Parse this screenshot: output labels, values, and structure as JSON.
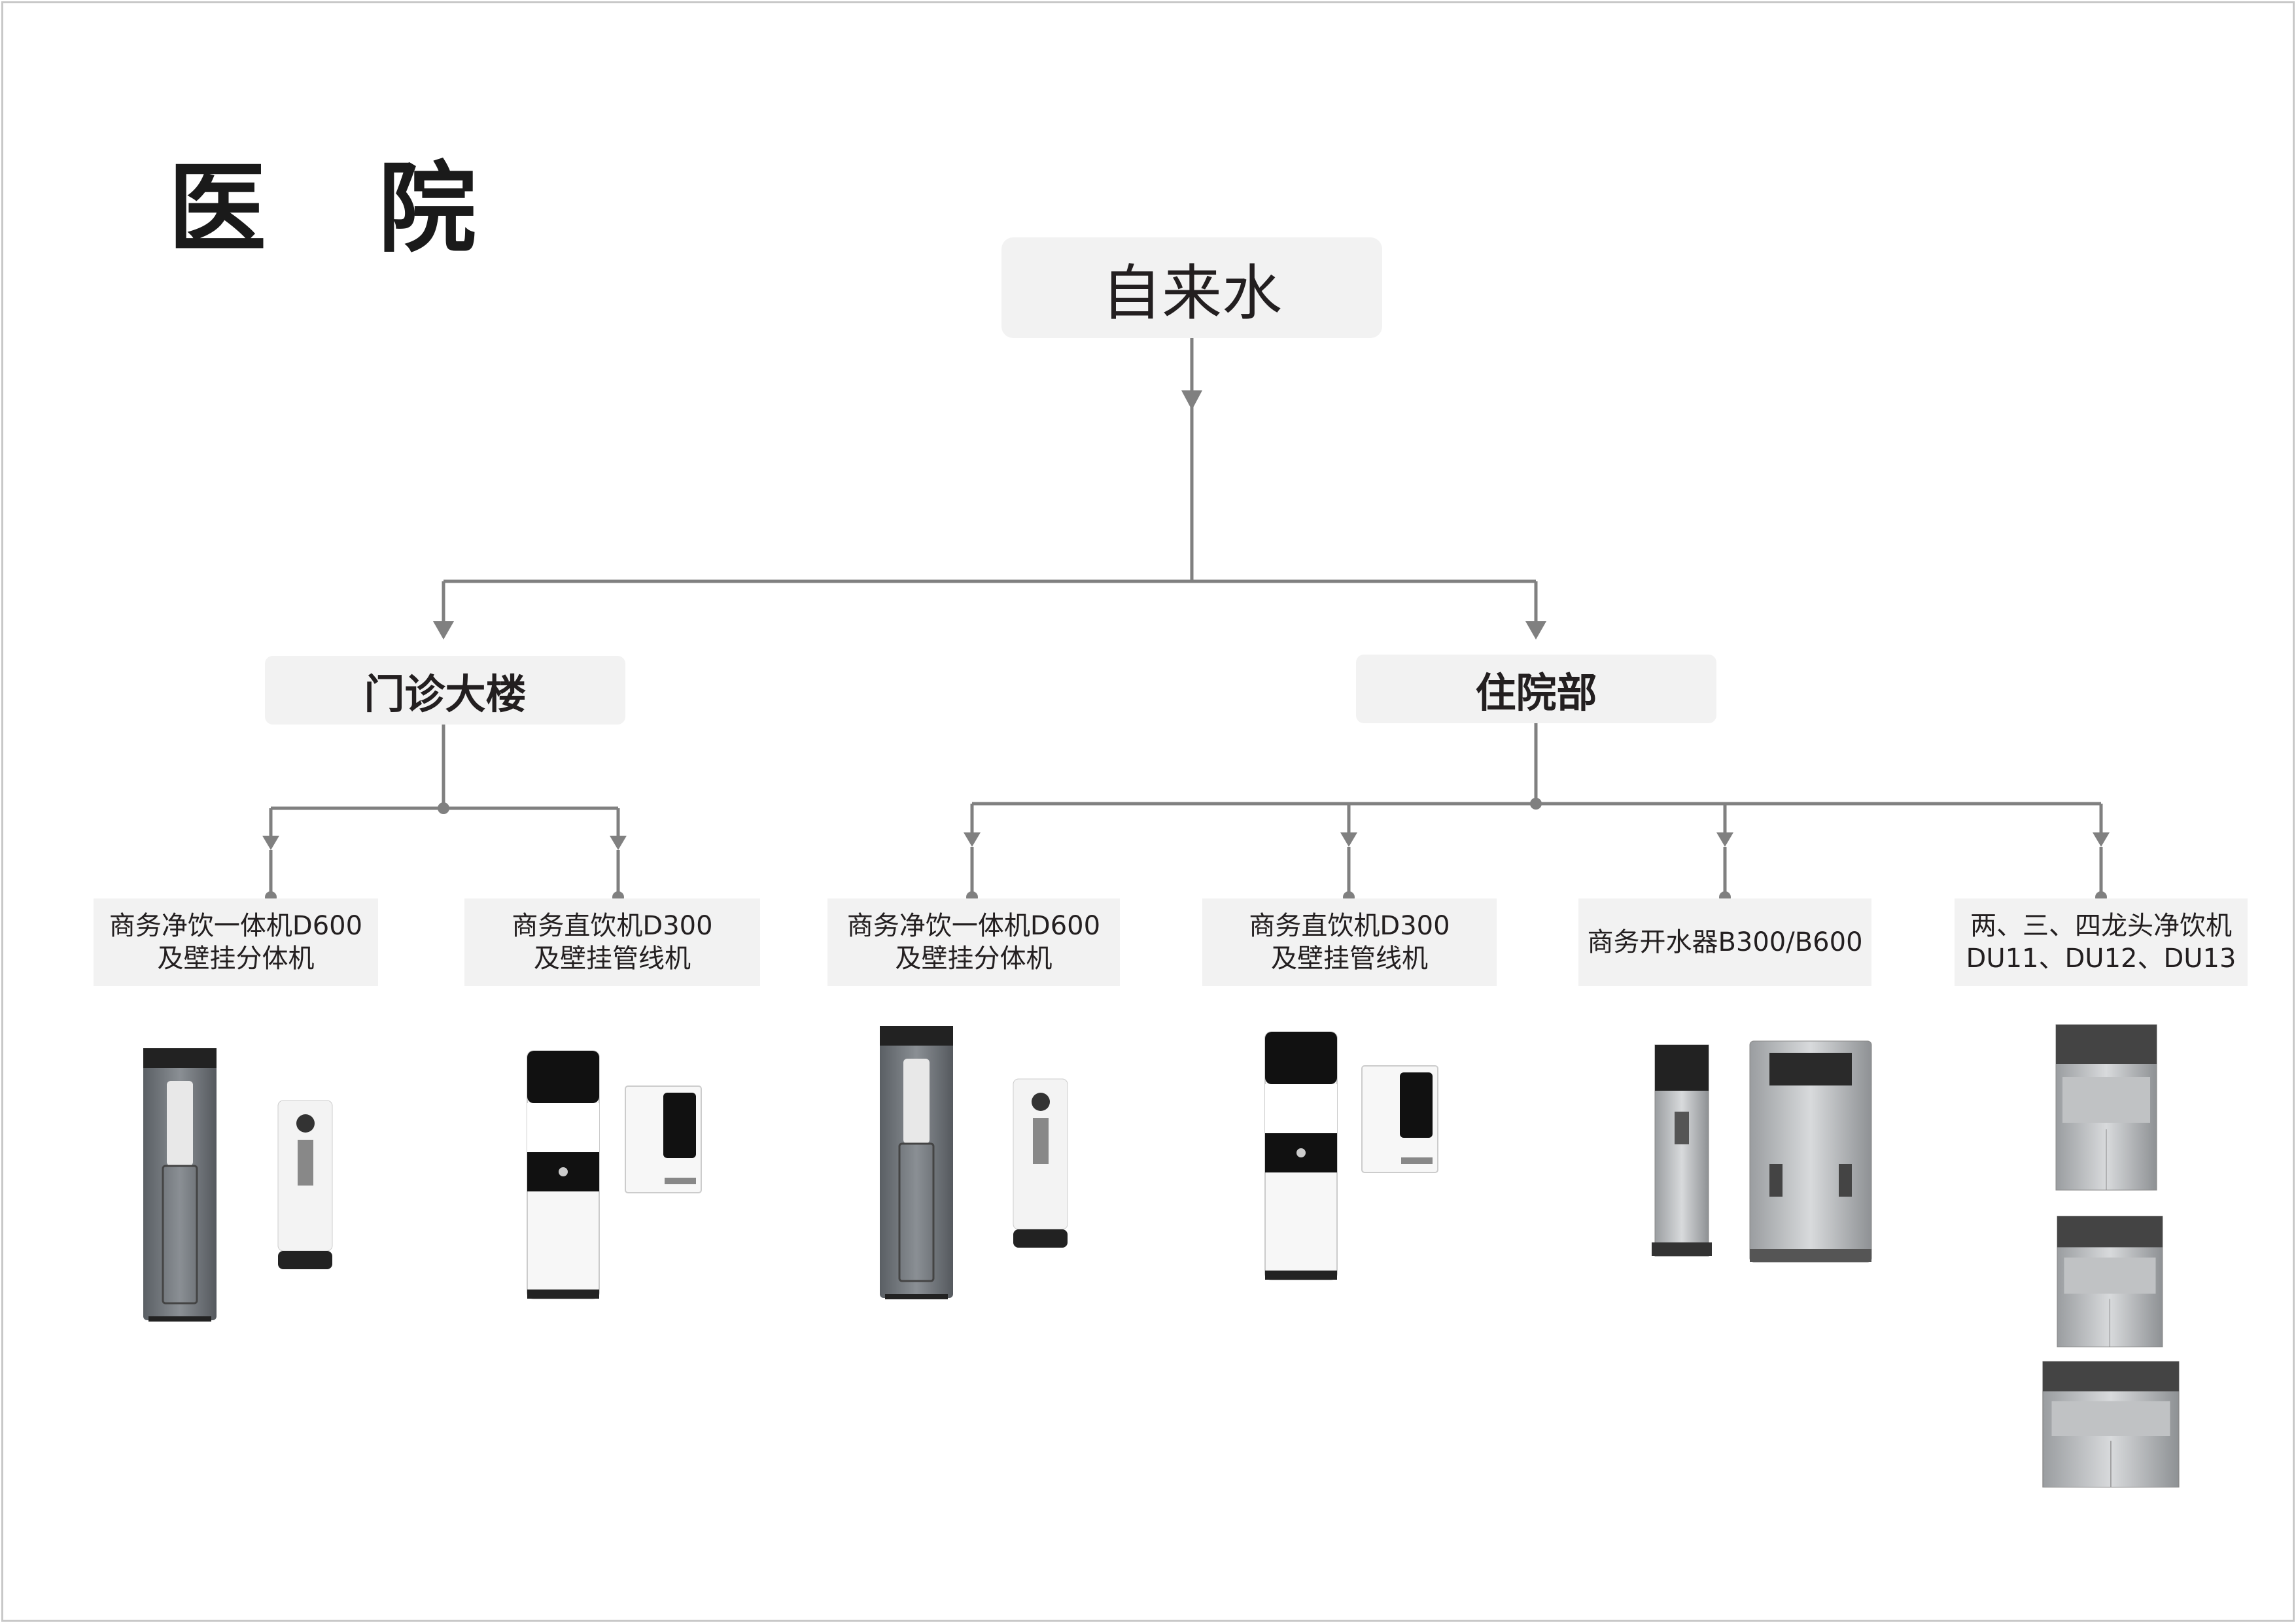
{
  "title": [
    "医",
    "院"
  ],
  "root": {
    "label": "自来水"
  },
  "branches": [
    {
      "label": "门诊大楼",
      "products": [
        {
          "line1": "商务净饮一体机D600",
          "line2": "及壁挂分体机"
        },
        {
          "line1": "商务直饮机D300",
          "line2": "及壁挂管线机"
        }
      ]
    },
    {
      "label": "住院部",
      "products": [
        {
          "line1": "商务净饮一体机D600",
          "line2": "及壁挂分体机"
        },
        {
          "line1": "商务直饮机D300",
          "line2": "及壁挂管线机"
        },
        {
          "line1": "商务开水器B300/B600",
          "line2": ""
        },
        {
          "line1": "两、三、四龙头净饮机",
          "line2": "DU11、DU12、DU13"
        }
      ]
    }
  ],
  "colors": {
    "connector": "#808080",
    "box": "#f2f2f2",
    "text": "#231f20"
  }
}
